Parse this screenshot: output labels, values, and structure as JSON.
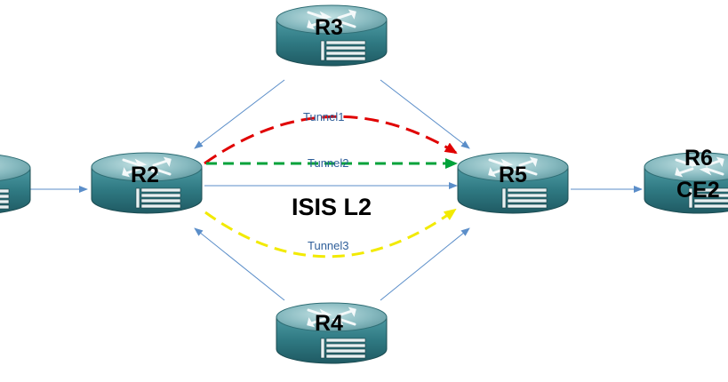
{
  "routers": {
    "r1": {
      "label": ""
    },
    "r2": {
      "label": "R2"
    },
    "r3": {
      "label": "R3"
    },
    "r4": {
      "label": "R4"
    },
    "r5": {
      "label": "R5"
    },
    "r6": {
      "label": "R6",
      "label2": "CE2"
    }
  },
  "tunnels": [
    {
      "label": "Tunnel1",
      "color": "#e00000"
    },
    {
      "label": "Tunnel2",
      "color": "#00a23a"
    },
    {
      "label": "Tunnel3",
      "color": "#f2ea00"
    }
  ],
  "protocol_label": "ISIS L2",
  "colors": {
    "link": "#5b8ec9",
    "router_body": "#3f8a93",
    "router_top": "#8fc0c5"
  }
}
